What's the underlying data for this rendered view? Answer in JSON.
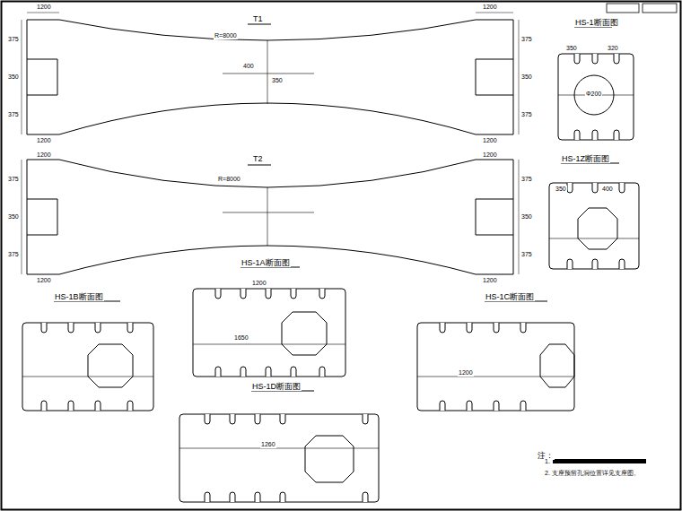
{
  "diagram": {
    "labels": [
      "1200",
      "T1",
      "1200",
      "375",
      "350",
      "375",
      "375",
      "350",
      "375",
      "1200",
      "1200",
      "R=8000",
      "400",
      "350",
      "T2",
      "1200",
      "1200",
      "375",
      "350",
      "375",
      "375",
      "350",
      "375",
      "1200",
      "1200",
      "R=8000",
      "HS-1断面图",
      "HS-1Z断面图",
      "HS-1A断面图",
      "HS-1B断面图",
      "HS-1C断面图",
      "HS-1D断面图",
      "注：",
      "1.",
      "2. 支座预留孔洞位置详见支座图。",
      "350",
      "320",
      "Φ200",
      "1200",
      "1650",
      "1200",
      "1260",
      "350",
      "400"
    ]
  }
}
